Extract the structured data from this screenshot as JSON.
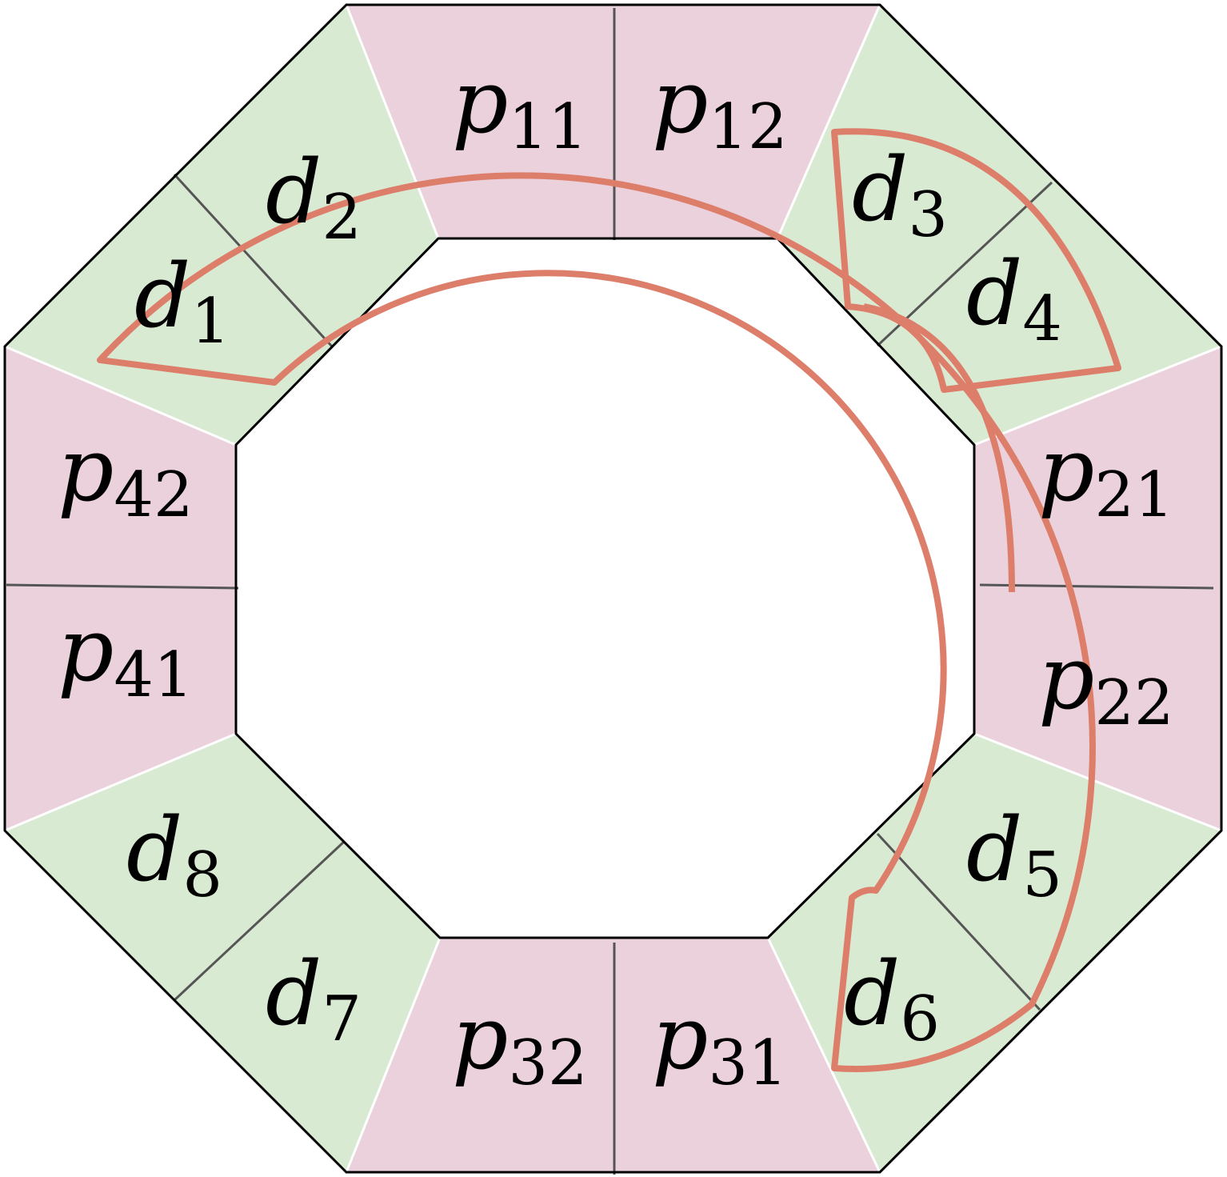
{
  "colors": {
    "pink": "#ead1dc",
    "green": "#d9ead3",
    "highlight": "#dd7e6b"
  },
  "labels": {
    "d1": {
      "base": "d",
      "sub": "1"
    },
    "d2": {
      "base": "d",
      "sub": "2"
    },
    "d3": {
      "base": "d",
      "sub": "3"
    },
    "d4": {
      "base": "d",
      "sub": "4"
    },
    "d5": {
      "base": "d",
      "sub": "5"
    },
    "d6": {
      "base": "d",
      "sub": "6"
    },
    "d7": {
      "base": "d",
      "sub": "7"
    },
    "d8": {
      "base": "d",
      "sub": "8"
    },
    "p11": {
      "base": "p",
      "sub": "11"
    },
    "p12": {
      "base": "p",
      "sub": "12"
    },
    "p21": {
      "base": "p",
      "sub": "21"
    },
    "p22": {
      "base": "p",
      "sub": "22"
    },
    "p31": {
      "base": "p",
      "sub": "31"
    },
    "p32": {
      "base": "p",
      "sub": "32"
    },
    "p41": {
      "base": "p",
      "sub": "41"
    },
    "p42": {
      "base": "p",
      "sub": "42"
    }
  }
}
